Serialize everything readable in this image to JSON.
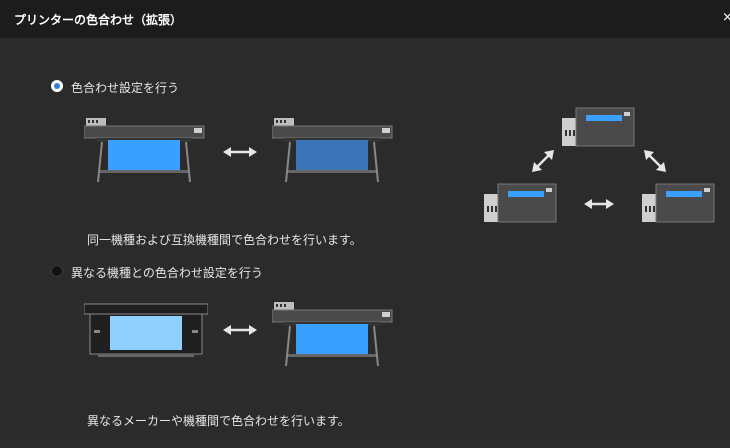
{
  "window": {
    "title": "プリンターの色合わせ（拡張）",
    "close_glyph": "×"
  },
  "option1": {
    "label": "色合わせ設定を行う",
    "selected": true,
    "description": "同一機種および互換機種間で色合わせを行います。"
  },
  "option2": {
    "label": "異なる機種との色合わせ設定を行う",
    "selected": false,
    "description": "異なるメーカーや機種間で色合わせを行います。"
  },
  "icons": {
    "double_arrow": "double-arrow-icon",
    "large_printer": "large-format-printer-icon",
    "desktop_printer": "desktop-printer-icon",
    "other_maker_printer": "other-maker-printer-icon"
  },
  "colors": {
    "accent": "#2f7fd8",
    "paper_bright": "#3aa0ff",
    "paper_muted": "#3c74b8",
    "paper_light": "#8fd0ff",
    "background": "#2b2b2b",
    "titlebar": "#1c1c1c"
  }
}
